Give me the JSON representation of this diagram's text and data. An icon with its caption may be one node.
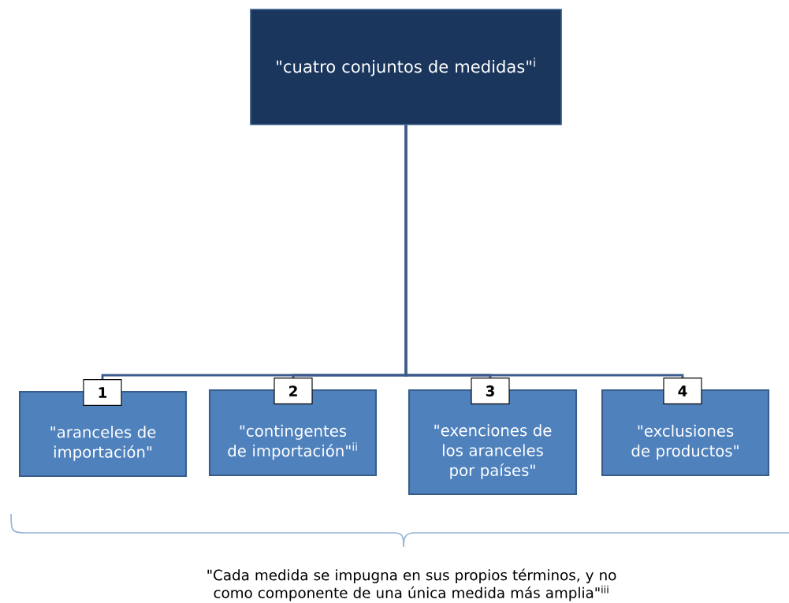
{
  "diagram": {
    "caption": "\"Cada medida se impugna en sus propios términos, y no como componente de una única medida más amplia\"$^{iii}$",
    "nodes": [
      {
        "text": [
          "\"cuatro conjuntos de medidas\"$^{i}$"
        ]
      },
      {
        "text": [
          "1",
          "\"aranceles de importación\""
        ]
      },
      {
        "text": [
          "2",
          "\"contingentes de importación\"$^{ii}$"
        ]
      },
      {
        "text": [
          "3",
          "\"exenciones de los aranceles por países\""
        ]
      },
      {
        "text": [
          "4",
          "\"exclusiones de productos\""
        ]
      }
    ],
    "edges": [
      {
        "from": 0,
        "to": 1,
        "arrow": "none"
      },
      {
        "from": 0,
        "to": 2,
        "arrow": "none"
      },
      {
        "from": 0,
        "to": 3,
        "arrow": "none"
      },
      {
        "from": 0,
        "to": 4,
        "arrow": "none"
      }
    ]
  }
}
